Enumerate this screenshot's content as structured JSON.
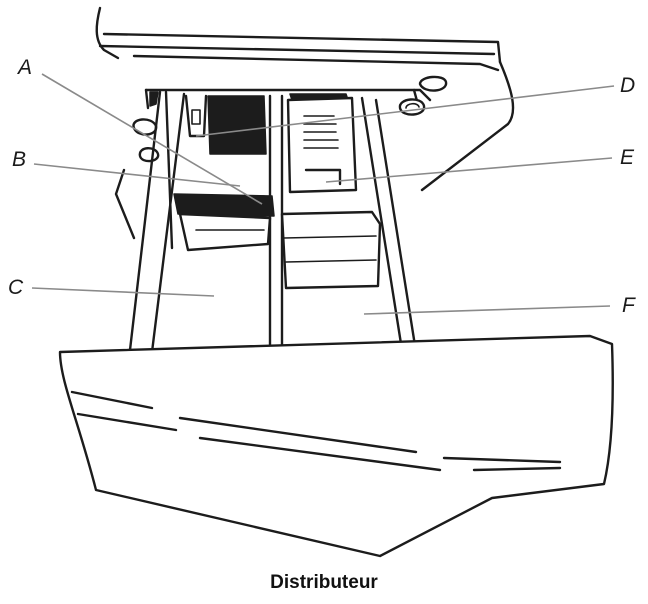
{
  "callouts": {
    "a": "A",
    "b": "B",
    "c": "C",
    "d": "D",
    "e": "E",
    "f": "F"
  },
  "caption": "Distributeur"
}
